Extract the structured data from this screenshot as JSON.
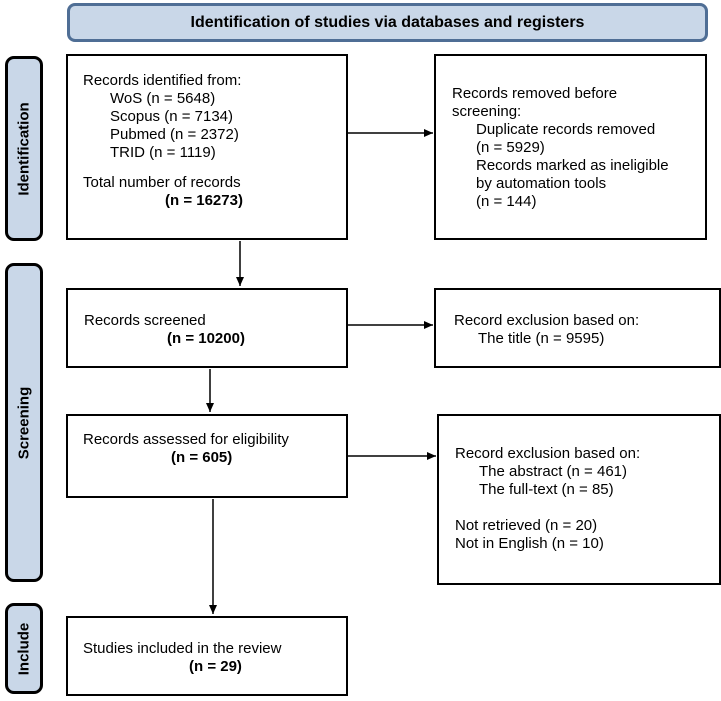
{
  "header": "Identification of studies via databases and registers",
  "phases": {
    "identification": "Identification",
    "screening": "Screening",
    "include": "Include"
  },
  "identified": {
    "heading": "Records identified from:",
    "sources": [
      "WoS (n = 5648)",
      "Scopus (n = 7134)",
      "Pubmed (n = 2372)",
      "TRID (n = 1119)"
    ],
    "total_label": "Total number of records",
    "total_value": "(n = 16273)"
  },
  "removed": {
    "heading_1": "Records removed before",
    "heading_2": "screening:",
    "lines": [
      "Duplicate records removed",
      "(n = 5929)",
      "Records marked as ineligible",
      "by automation tools",
      "(n = 144)"
    ]
  },
  "screened": {
    "label": "Records screened",
    "value": "(n = 10200)"
  },
  "excluded_title": {
    "heading": "Record exclusion based on:",
    "line": "The title (n = 9595)"
  },
  "assessed": {
    "label": "Records assessed for eligibility",
    "value": "(n = 605)"
  },
  "excluded_full": {
    "heading": "Record exclusion based on:",
    "lines": [
      "The abstract (n = 461)",
      "The full-text (n = 85)"
    ],
    "other": [
      "Not retrieved (n = 20)",
      "Not in English (n = 10)"
    ]
  },
  "included": {
    "label": "Studies included in the review",
    "value": "(n = 29)"
  }
}
